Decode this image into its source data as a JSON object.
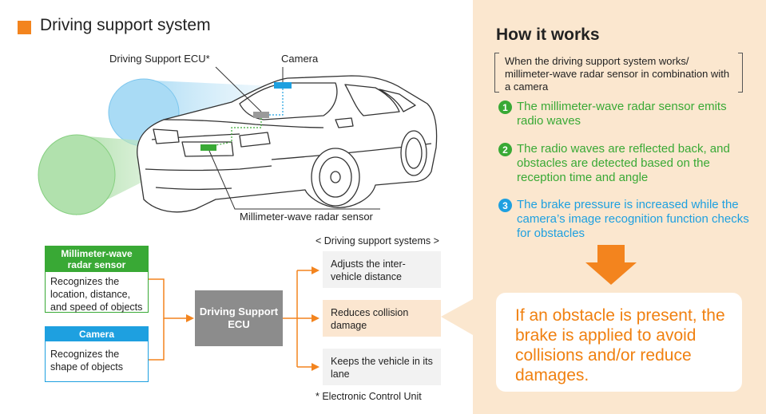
{
  "title": "Driving support system",
  "callouts": {
    "ecu": "Driving Support ECU*",
    "camera": "Camera",
    "radar": "Millimeter-wave radar sensor"
  },
  "flow": {
    "radar_box": {
      "header": "Millimeter-wave radar sensor",
      "body": "Recognizes the location, distance, and speed of objects"
    },
    "camera_box": {
      "header": "Camera",
      "body": "Recognizes the shape of objects"
    },
    "ecu_box": "Driving Support ECU",
    "systems_label": "< Driving  support systems >",
    "systems": [
      "Adjusts the inter-vehicle distance",
      "Reduces collision damage",
      "Keeps the vehicle in its lane"
    ],
    "note": "* Electronic Control Unit"
  },
  "how": {
    "title": "How it works",
    "subtitle": "When the driving support system works/ millimeter-wave radar sensor in combination with a camera",
    "steps": [
      {
        "num": "1",
        "text": "The millimeter-wave radar sensor emits radio waves"
      },
      {
        "num": "2",
        "text": "The radio waves are reflected back, and obstacles are detected based on the reception time and angle"
      },
      {
        "num": "3",
        "text": "The brake pressure is increased while the camera’s image recognition function checks for obstacles"
      }
    ],
    "result": "If an obstacle is present, the brake is applied to avoid collisions and/or reduce damages."
  },
  "colors": {
    "orange": "#f3841e",
    "green": "#39a935",
    "blue": "#1ea0e0",
    "gray": "#8c8c8c",
    "panel": "#fbe7cf"
  }
}
